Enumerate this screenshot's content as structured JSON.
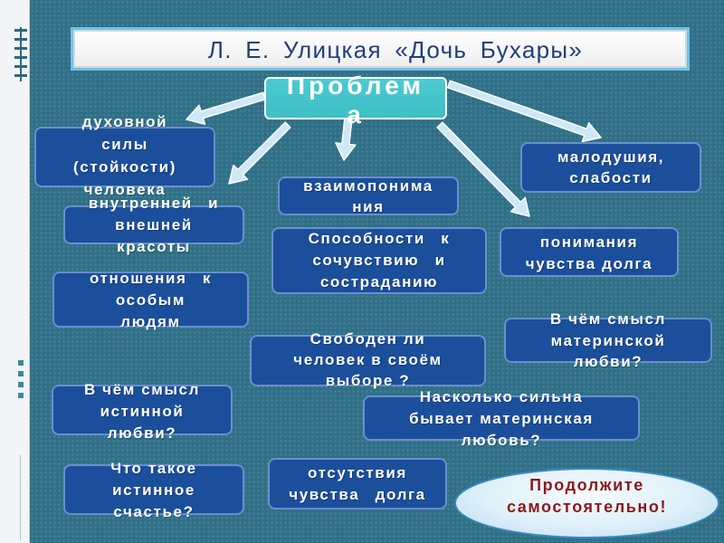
{
  "title": "Л. Е. Улицкая «Дочь Бухары»",
  "center_label": [
    "Проблем",
    "а"
  ],
  "topics": [
    {
      "lines": [
        "духовной",
        "силы",
        "(стойкости)",
        "человека"
      ]
    },
    {
      "lines": [
        "внутренней и",
        "внешней",
        "красоты"
      ]
    },
    {
      "lines": [
        "отношения к",
        "особым",
        "людям"
      ]
    },
    {
      "lines": [
        "В чём смысл",
        "истинной",
        "любви?"
      ]
    },
    {
      "lines": [
        "Что такое",
        "истинное",
        "счастье?"
      ]
    },
    {
      "lines": [
        "взаимопонима",
        "ния"
      ]
    },
    {
      "lines": [
        "Способности к",
        "сочувствию и",
        "состраданию"
      ]
    },
    {
      "lines": [
        "Свободен ли",
        "человек в своём",
        "выборе ?"
      ]
    },
    {
      "lines": [
        "отсутствия",
        "чувства долга"
      ]
    },
    {
      "lines": [
        "малодушия,",
        "слабости"
      ]
    },
    {
      "lines": [
        "понимания",
        "чувства долга"
      ]
    },
    {
      "lines": [
        "В чём смысл",
        "материнской",
        "любви?"
      ]
    },
    {
      "lines": [
        "Насколько сильна",
        "бывает материнская",
        "любовь?"
      ]
    }
  ],
  "cta": {
    "lines": [
      "Продолжите",
      "самостоятельно!"
    ]
  },
  "colors": {
    "background": "#2f7087",
    "title_text": "#213f7c",
    "title_border": "#6fc3ea",
    "center_fill": "#3ebfc6",
    "topic_fill": "#1c4f9b",
    "topic_border": "#6a8ed0",
    "topic_text": "#ffffff",
    "arrow_fill": "#cfe8f6",
    "arrow_stroke": "#ffffff",
    "cta_text": "#8b1a1a",
    "cta_border": "#3a8ac2"
  }
}
